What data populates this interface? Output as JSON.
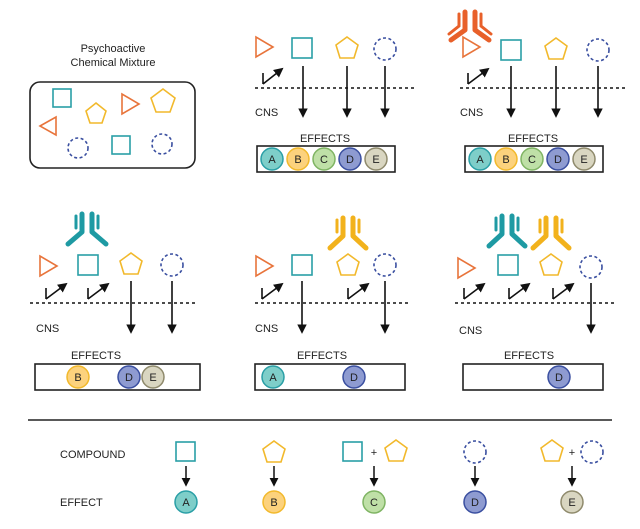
{
  "colors": {
    "triangle": "#e8743b",
    "square": "#2a9fa6",
    "pentagon": "#f2b92c",
    "circle": "#3a4fa0",
    "antibody_orange": "#e8602a",
    "antibody_teal": "#1e9aa3",
    "antibody_yellow": "#f2b21c",
    "effect_A": "#7ecec9",
    "effect_B": "#fcd27d",
    "effect_C": "#bfe0a7",
    "effect_D": "#8e9bd1",
    "effect_E": "#d9d6c1"
  },
  "mixture": {
    "title_line1": "Psychoactive",
    "title_line2": "Chemical Mixture"
  },
  "panels": {
    "p1": {
      "cns": "CNS",
      "effects": "EFFECTS",
      "circles": [
        "A",
        "B",
        "C",
        "D",
        "E"
      ]
    },
    "p2": {
      "cns": "CNS",
      "effects": "EFFECTS",
      "circles": [
        "A",
        "B",
        "C",
        "D",
        "E"
      ]
    },
    "p3": {
      "cns": "CNS",
      "effects": "EFFECTS",
      "circles": [
        "B",
        "D",
        "E"
      ]
    },
    "p4": {
      "cns": "CNS",
      "effects": "EFFECTS",
      "circles": [
        "A",
        "D"
      ]
    },
    "p5": {
      "cns": "CNS",
      "effects": "EFFECTS",
      "circles": [
        "D"
      ]
    }
  },
  "legend": {
    "compound_label": "COMPOUND",
    "effect_label": "EFFECT",
    "plus": "+",
    "effects": [
      "A",
      "B",
      "C",
      "D",
      "E"
    ]
  }
}
